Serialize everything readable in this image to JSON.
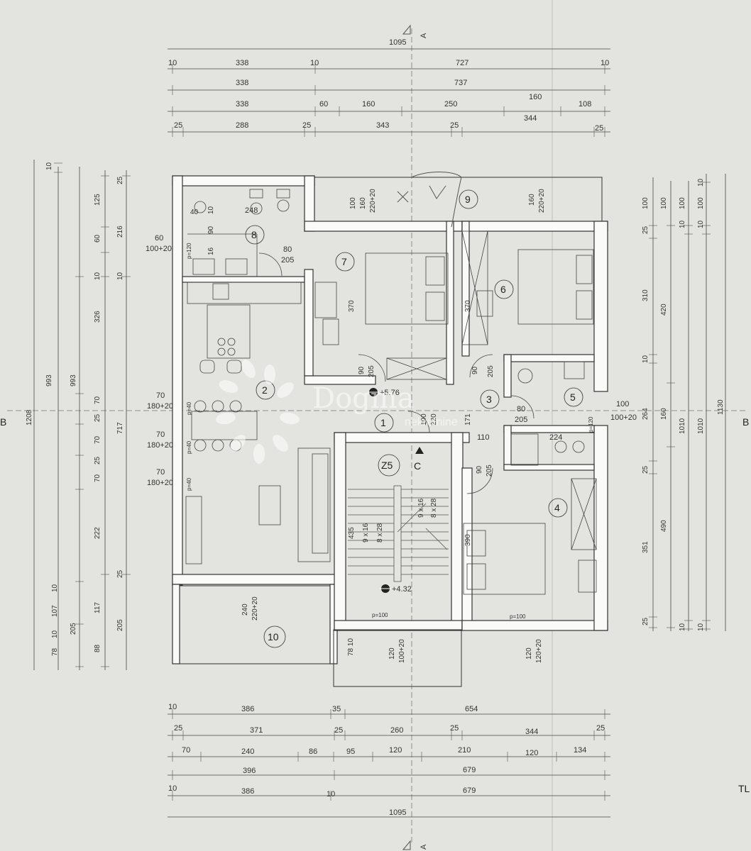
{
  "dims_top": {
    "overall": "1095",
    "row1": [
      "10",
      "338",
      "10",
      "727",
      "10"
    ],
    "row2": [
      "338",
      "737"
    ],
    "row3": [
      "338",
      "60",
      "160",
      "250",
      "160",
      "108"
    ],
    "row4": [
      "25",
      "288",
      "25",
      "343",
      "25",
      "344",
      "25"
    ]
  },
  "dims_bottom": {
    "row1": [
      "10",
      "386",
      "35",
      "654"
    ],
    "row2": [
      "25",
      "371",
      "25",
      "260",
      "25",
      "344",
      "25"
    ],
    "row3": [
      "70",
      "240",
      "86",
      "95",
      "120",
      "210",
      "120",
      "134"
    ],
    "row4": [
      "396",
      "679"
    ],
    "row5": [
      "10",
      "386",
      "10",
      "679"
    ],
    "overall": "1095"
  },
  "dims_left": {
    "overall_a": "1208",
    "overall_b": "993",
    "overall_c": "993",
    "col1": [
      "10",
      "78",
      "10",
      "107",
      "10"
    ],
    "col2": [
      "205"
    ],
    "col3": [
      "326",
      "70",
      "25",
      "70",
      "25",
      "70",
      "222",
      "117",
      "88"
    ],
    "col4": [
      "125",
      "60",
      "10",
      "717",
      "205"
    ],
    "col5": [
      "25",
      "216",
      "10",
      "25"
    ]
  },
  "dims_right": {
    "col1": [
      "100",
      "25",
      "310",
      "10",
      "264",
      "25",
      "351",
      "25"
    ],
    "col2": [
      "100",
      "420",
      "160",
      "490"
    ],
    "col3": [
      "100",
      "10",
      "1010",
      "10"
    ],
    "col4": [
      "10",
      "100",
      "10",
      "1010",
      "10"
    ],
    "overall": "1130"
  },
  "rooms": [
    "1",
    "2",
    "3",
    "4",
    "5",
    "6",
    "7",
    "8",
    "9",
    "10",
    "Z5"
  ],
  "openings": {
    "w_60_100": [
      "60",
      "100+20"
    ],
    "w_70_180_a": [
      "70",
      "180+20"
    ],
    "w_70_180_b": [
      "70",
      "180+20"
    ],
    "w_70_180_c": [
      "70",
      "180+20"
    ],
    "w_240_220": [
      "240",
      "220+20"
    ],
    "w_100_160": [
      "100",
      "160",
      "220+20"
    ],
    "w_160_220": [
      "160",
      "220+20"
    ],
    "w_100_100": [
      "100",
      "100+20"
    ],
    "w_120_100": [
      "120",
      "100+20"
    ],
    "w_120_120": [
      "120",
      "120+20"
    ],
    "d_80_205_a": [
      "80",
      "205"
    ],
    "d_80_205_b": [
      "80",
      "205"
    ],
    "d_90_205_a": [
      "90",
      "205"
    ],
    "d_90_205_b": [
      "90",
      "205"
    ],
    "d_90_205_c": [
      "90",
      "205"
    ],
    "d_100_220": [
      "100",
      "220"
    ]
  },
  "inner_dims": {
    "r8_248": "248",
    "r8_40": "40",
    "r8_90": "90",
    "r8_10": "10",
    "r8_16": "16",
    "r7_370": "370",
    "r6_370": "370",
    "r3_171": "171",
    "r3_110": "110",
    "r5_224": "224",
    "stairs_435": "435",
    "stairs_a": [
      "9 x 16",
      "8 x 28"
    ],
    "stairs_b": [
      "9 x 16",
      "8 x 28"
    ],
    "r4_390": "390",
    "r_78_10": "78 10",
    "p120_a": "p=120",
    "p120_b": "p=120",
    "p40_a": "p=40",
    "p40_b": "p=40",
    "p40_c": "p=40",
    "p100_a": "p=100",
    "p100_b": "p=100"
  },
  "levels": {
    "upper": "+5.76",
    "lower": "+4.32"
  },
  "section_marks": {
    "a_top": "A",
    "a_bottom": "A",
    "b_left": "B",
    "b_right": "B",
    "c": "C"
  },
  "watermark": {
    "brand": "Dogma",
    "sub": "nekretnine"
  },
  "cut_text": "TL"
}
